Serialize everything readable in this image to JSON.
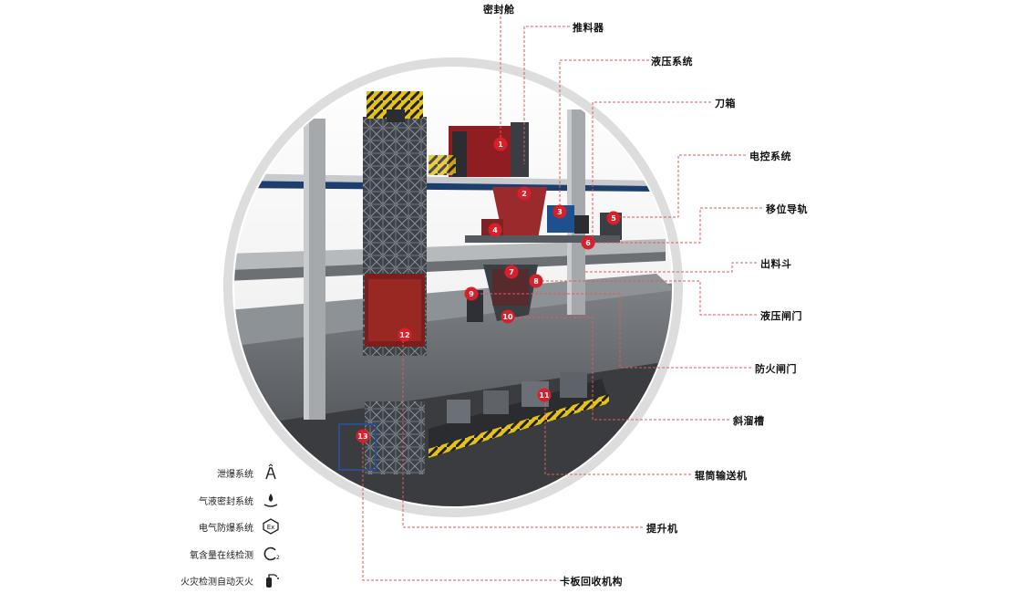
{
  "labels": [
    {
      "id": "sealed-chamber",
      "text": "密封舱"
    },
    {
      "id": "pusher",
      "text": "推料器"
    },
    {
      "id": "hydraulic-system",
      "text": "液压系统"
    },
    {
      "id": "cutter-box",
      "text": "刀箱"
    },
    {
      "id": "electric-control",
      "text": "电控系统"
    },
    {
      "id": "shift-rail",
      "text": "移位导轨"
    },
    {
      "id": "discharge-hopper",
      "text": "出料斗"
    },
    {
      "id": "hydraulic-gate",
      "text": "液压闸门"
    },
    {
      "id": "fire-gate",
      "text": "防火闸门"
    },
    {
      "id": "chute",
      "text": "斜溜槽"
    },
    {
      "id": "roller-conveyor",
      "text": "辊筒输送机"
    },
    {
      "id": "elevator",
      "text": "提升机"
    },
    {
      "id": "pallet-recovery",
      "text": "卡板回收机构"
    }
  ],
  "markers": [
    "1",
    "2",
    "3",
    "4",
    "5",
    "6",
    "7",
    "8",
    "9",
    "10",
    "11",
    "12",
    "13"
  ],
  "legend": [
    {
      "text": "泄爆系统",
      "icon": "explosion-vent-icon"
    },
    {
      "text": "气液密封系统",
      "icon": "liquid-seal-icon"
    },
    {
      "text": "电气防爆系统",
      "icon": "ex-proof-icon"
    },
    {
      "text": "氧含量在线检测",
      "icon": "oxygen-o2-icon"
    },
    {
      "text": "火灾检测自动灭火",
      "icon": "fire-extinguisher-icon"
    }
  ],
  "colors": {
    "leader": "#e05a5a",
    "marker": "#d8202a",
    "ring": "#dedede",
    "concrete": "#9a9a9a",
    "slab": "#b5b8bb",
    "frame": "#444a52",
    "equipment_red": "#b3262b",
    "equipment_blue": "#1e4f8f"
  }
}
